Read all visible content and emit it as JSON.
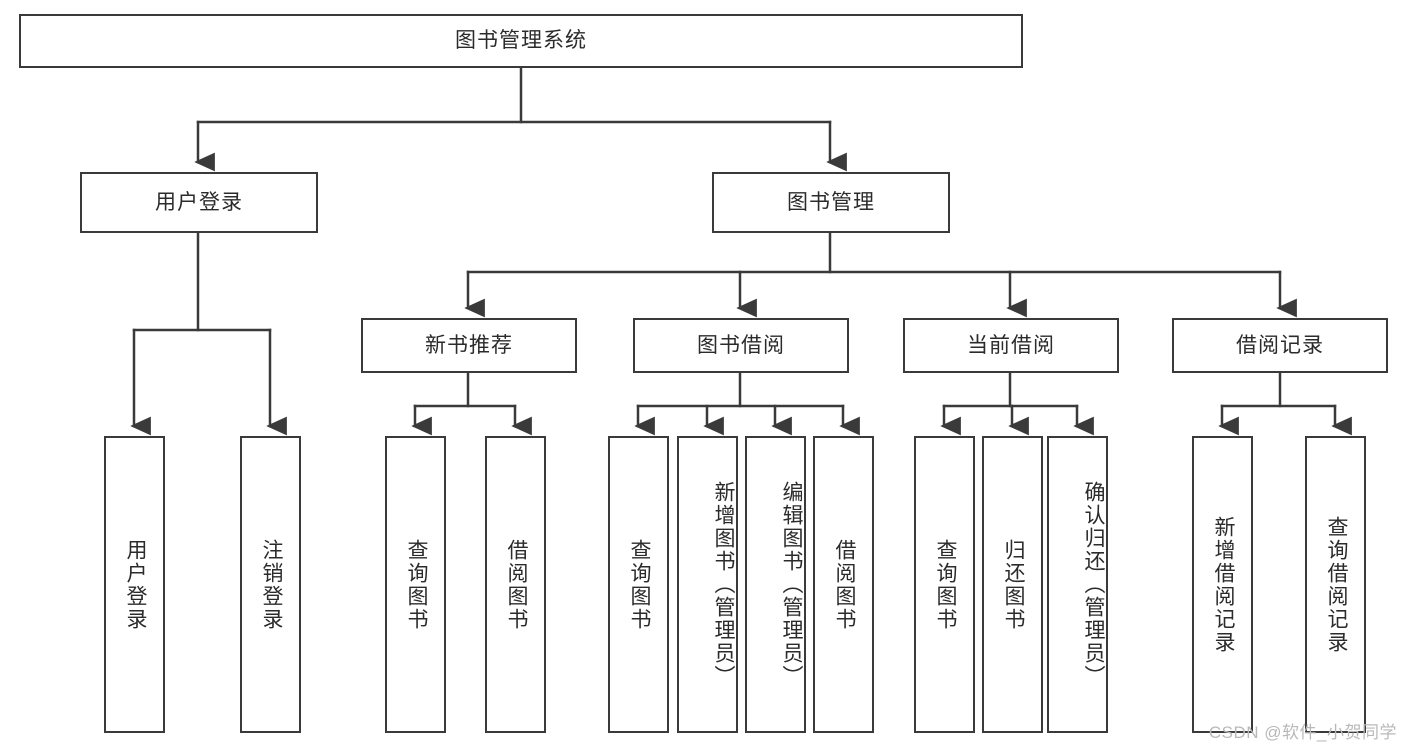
{
  "diagram": {
    "type": "tree-hierarchy",
    "title": "图书管理系统",
    "watermark": "CSDN @软件_小贺同学",
    "colors": {
      "stroke": "#3a3a3a",
      "fill": "#ffffff",
      "text": "#2b2b2b",
      "watermark": "#b9b9b9"
    },
    "root": {
      "id": "root",
      "label": "图书管理系统"
    },
    "level2": [
      {
        "id": "user-login",
        "label": "用户登录"
      },
      {
        "id": "book-manage",
        "label": "图书管理"
      }
    ],
    "level3": [
      {
        "id": "new-book-rec",
        "label": "新书推荐",
        "parent": "book-manage"
      },
      {
        "id": "book-borrow",
        "label": "图书借阅",
        "parent": "book-manage"
      },
      {
        "id": "current-borrow",
        "label": "当前借阅",
        "parent": "book-manage"
      },
      {
        "id": "borrow-record",
        "label": "借阅记录",
        "parent": "book-manage"
      }
    ],
    "leaves": [
      {
        "id": "leaf-user-login",
        "label": "用户登录",
        "parent": "user-login",
        "align": "mid"
      },
      {
        "id": "leaf-user-logout",
        "label": "注销登录",
        "parent": "user-login",
        "align": "mid"
      },
      {
        "id": "leaf-query-book-1",
        "label": "查询图书",
        "parent": "new-book-rec",
        "align": "mid"
      },
      {
        "id": "leaf-borrow-book-1",
        "label": "借阅图书",
        "parent": "new-book-rec",
        "align": "mid"
      },
      {
        "id": "leaf-query-book-2",
        "label": "查询图书",
        "parent": "book-borrow",
        "align": "mid"
      },
      {
        "id": "leaf-add-book",
        "label": "新增图书（管理员）",
        "parent": "book-borrow",
        "align": "top"
      },
      {
        "id": "leaf-edit-book",
        "label": "编辑图书（管理员）",
        "parent": "book-borrow",
        "align": "top"
      },
      {
        "id": "leaf-borrow-book-2",
        "label": "借阅图书",
        "parent": "book-borrow",
        "align": "mid"
      },
      {
        "id": "leaf-query-book-3",
        "label": "查询图书",
        "parent": "current-borrow",
        "align": "mid"
      },
      {
        "id": "leaf-return-book",
        "label": "归还图书",
        "parent": "current-borrow",
        "align": "mid"
      },
      {
        "id": "leaf-confirm-return",
        "label": "确认归还（管理员）",
        "parent": "current-borrow",
        "align": "top"
      },
      {
        "id": "leaf-add-record",
        "label": "新增借阅记录",
        "parent": "borrow-record",
        "align": "mid"
      },
      {
        "id": "leaf-query-record",
        "label": "查询借阅记录",
        "parent": "borrow-record",
        "align": "mid"
      }
    ]
  }
}
